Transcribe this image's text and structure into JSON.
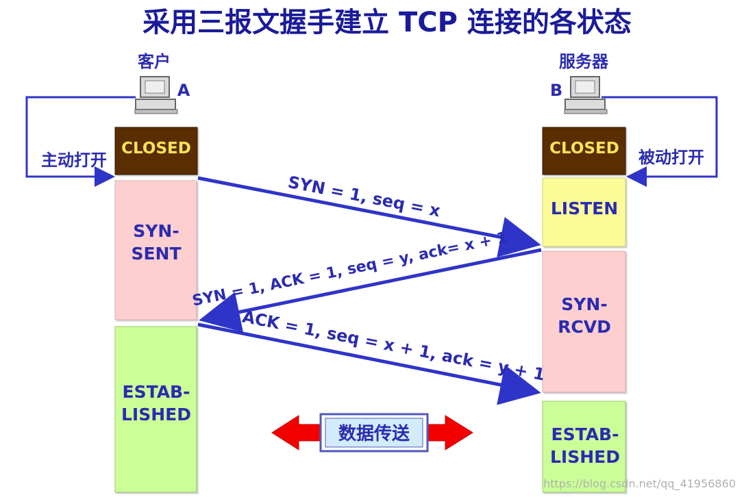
{
  "title": "采用三报文握手建立 TCP 连接的各状态",
  "client": {
    "role": "客户",
    "host": "A",
    "action": "主动打开",
    "states": {
      "closed": "CLOSED",
      "syn_sent_1": "SYN-",
      "syn_sent_2": "SENT",
      "established_1": "ESTAB-",
      "established_2": "LISHED"
    }
  },
  "server": {
    "role": "服务器",
    "host": "B",
    "action": "被动打开",
    "states": {
      "closed": "CLOSED",
      "listen": "LISTEN",
      "syn_rcvd_1": "SYN-",
      "syn_rcvd_2": "RCVD",
      "established_1": "ESTAB-",
      "established_2": "LISHED"
    }
  },
  "messages": {
    "syn": "SYN = 1, seq = x",
    "syn_ack": "SYN = 1, ACK = 1, seq = y, ack= x + 1",
    "ack": "ACK = 1, seq = x + 1, ack = y + 1"
  },
  "data_transfer": "数据传送",
  "watermark": "https://blog.csdn.net/qq_41956860",
  "colors": {
    "title_text": "#1a1a9a",
    "label_text": "#2b2bb0",
    "closed_fill": "#5a2e05",
    "closed_text": "#ffe35a",
    "syn_fill": "#fdcfcf",
    "listen_fill": "#fbfb98",
    "established_fill": "#ccfe98",
    "arrow_blue": "#2f34c8",
    "transfer_red": "#f20000",
    "transfer_fill": "#d3ecfb"
  }
}
